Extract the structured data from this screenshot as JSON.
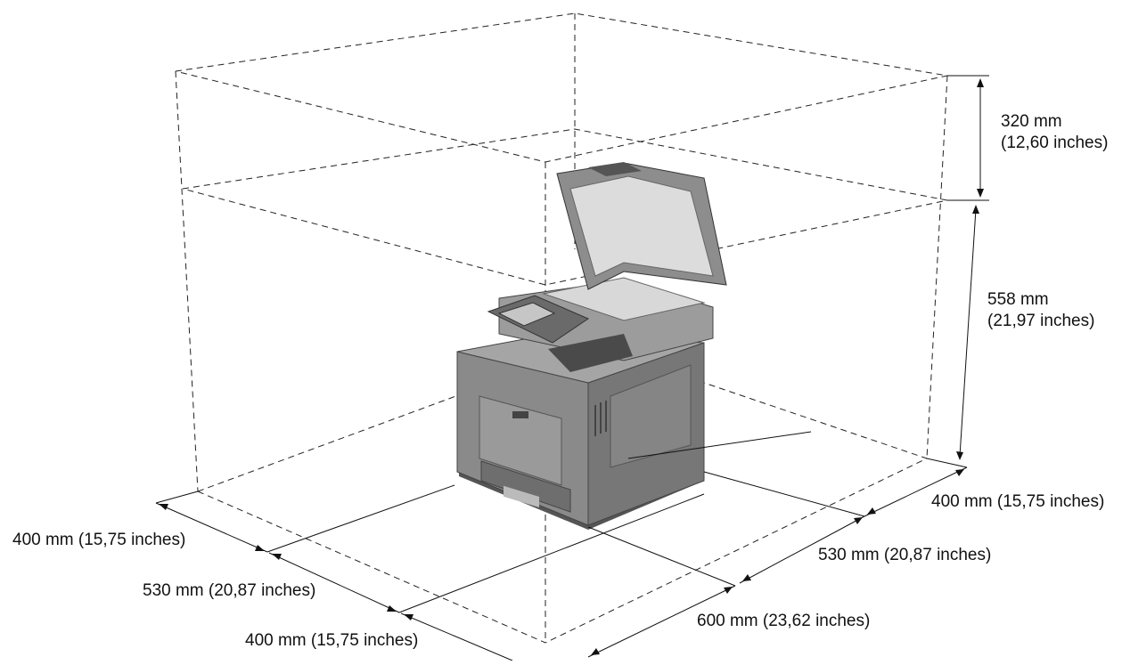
{
  "dimensions": {
    "top_clearance_mm": "320 mm",
    "top_clearance_in": "(12,60 inches)",
    "height_mm": "558 mm",
    "height_in": "(21,97 inches)",
    "right_rear": "400 mm (15,75 inches)",
    "right_mid": "530 mm (20,87 inches)",
    "right_front": "600 mm (23,62 inches)",
    "left_rear": "400 mm (15,75 inches)",
    "left_mid": "530 mm (20,87 inches)",
    "left_front": "400 mm (15,75 inches)"
  },
  "colors": {
    "printer_body": "#8a8a8a",
    "printer_dark": "#5a5a5a",
    "glass": "#d8d8d8",
    "line": "#111111"
  }
}
